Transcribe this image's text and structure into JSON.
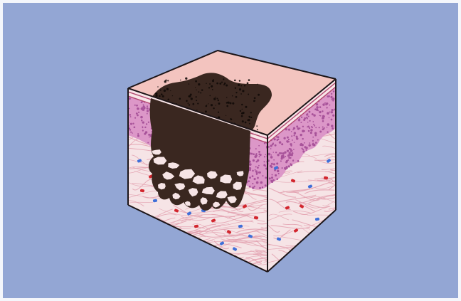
{
  "colors": {
    "background": "#93a6d4",
    "frame": "#f4f6fb",
    "skin_surface": "#f3c4bf",
    "epidermis": "#dc97c8",
    "dermis": "#f6e4e6",
    "fibers": "#e3a2b0",
    "outline": "#1c1518",
    "lesion": "#3a2720",
    "red_cells": "#d2262e",
    "blue_cells": "#3f6fd8"
  },
  "diagram": {
    "subject": "skin-tissue-block",
    "features": [
      "lesion-surface",
      "tumor-invasion",
      "epidermis-layer",
      "dermis-fibers",
      "red-blood-cells",
      "blue-cells"
    ]
  }
}
